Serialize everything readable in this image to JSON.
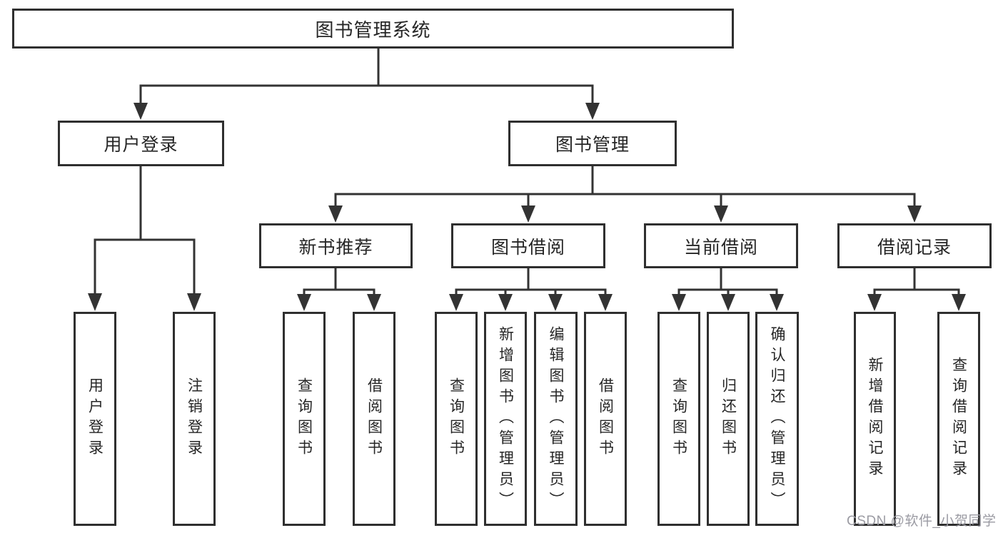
{
  "diagram": {
    "title": "图书管理系统",
    "level2": [
      {
        "label": "用户登录",
        "children": [
          {
            "label": "用户登录"
          },
          {
            "label": "注销登录"
          }
        ]
      },
      {
        "label": "图书管理",
        "children": [
          {
            "label": "新书推荐",
            "children": [
              {
                "label": "查询图书"
              },
              {
                "label": "借阅图书"
              }
            ]
          },
          {
            "label": "图书借阅",
            "children": [
              {
                "label": "查询图书"
              },
              {
                "label": "新增图书（管理员）"
              },
              {
                "label": "编辑图书（管理员）"
              },
              {
                "label": "借阅图书"
              }
            ]
          },
          {
            "label": "当前借阅",
            "children": [
              {
                "label": "查询图书"
              },
              {
                "label": "归还图书"
              },
              {
                "label": "确认归还（管理员）"
              }
            ]
          },
          {
            "label": "借阅记录",
            "children": [
              {
                "label": "新增借阅记录"
              },
              {
                "label": "查询借阅记录"
              }
            ]
          }
        ]
      }
    ]
  },
  "watermark": "CSDN @软件_小贺同学",
  "colors": {
    "line": "#333333",
    "box_border": "#2f2f2f",
    "text": "#262626",
    "watermark": "#9b9ba3",
    "background": "#ffffff"
  }
}
